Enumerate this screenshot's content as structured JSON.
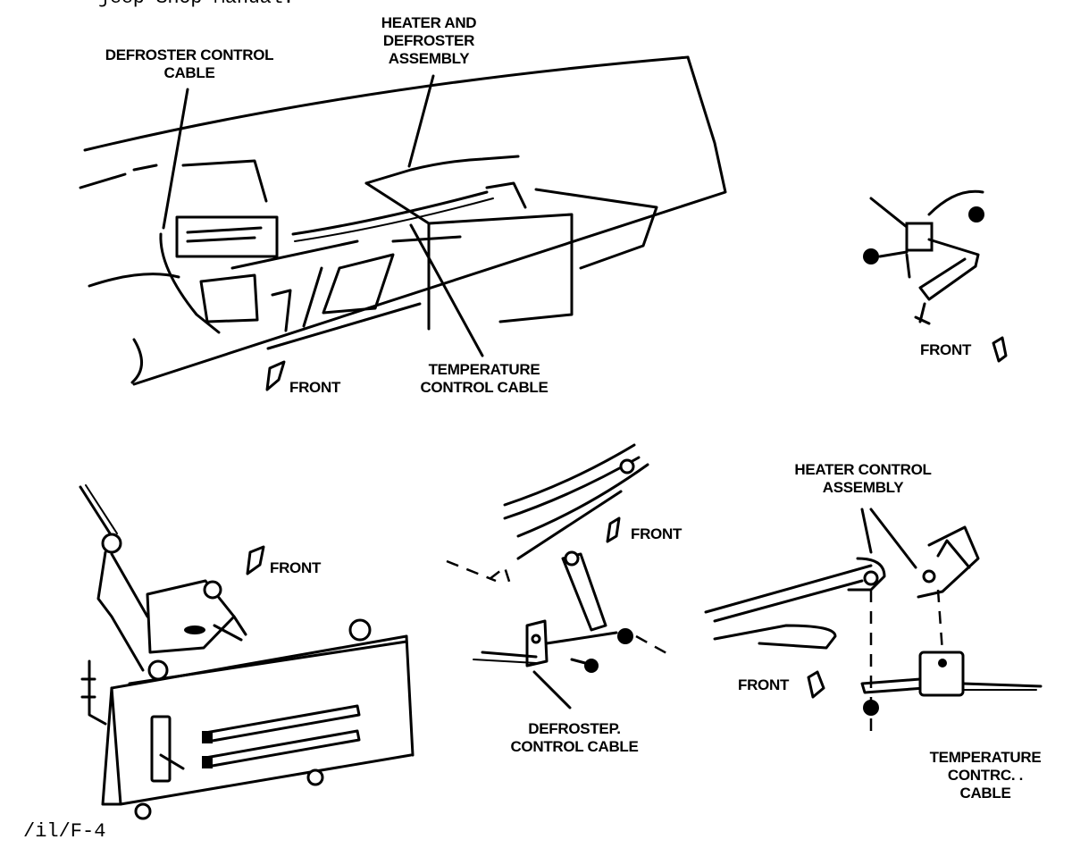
{
  "header_fragment": "jeep Shop Manual.",
  "figure_id": "/il/F-4",
  "labels": {
    "defroster_cable_top": "DEFROSTER CONTROL\nCABLE",
    "heater_defroster_assembly": "HEATER AND\nDEFROSTER\nASSEMBLY",
    "front_top_center": "FRONT",
    "temp_cable_top": "TEMPERATURE\nCONTROL CABLE",
    "front_top_right": "FRONT",
    "front_bottom_left": "FRONT",
    "front_bottom_center": "FRONT",
    "defroster_cable_bottom": "DEFROSTEP.\nCONTROL CABLE",
    "heater_control_assembly": "HEATER CONTROL\nASSEMBLY",
    "front_bottom_right": "FRONT",
    "temp_cable_bottom": "TEMPERATURE\nCONTRC. .\nCABLE"
  }
}
